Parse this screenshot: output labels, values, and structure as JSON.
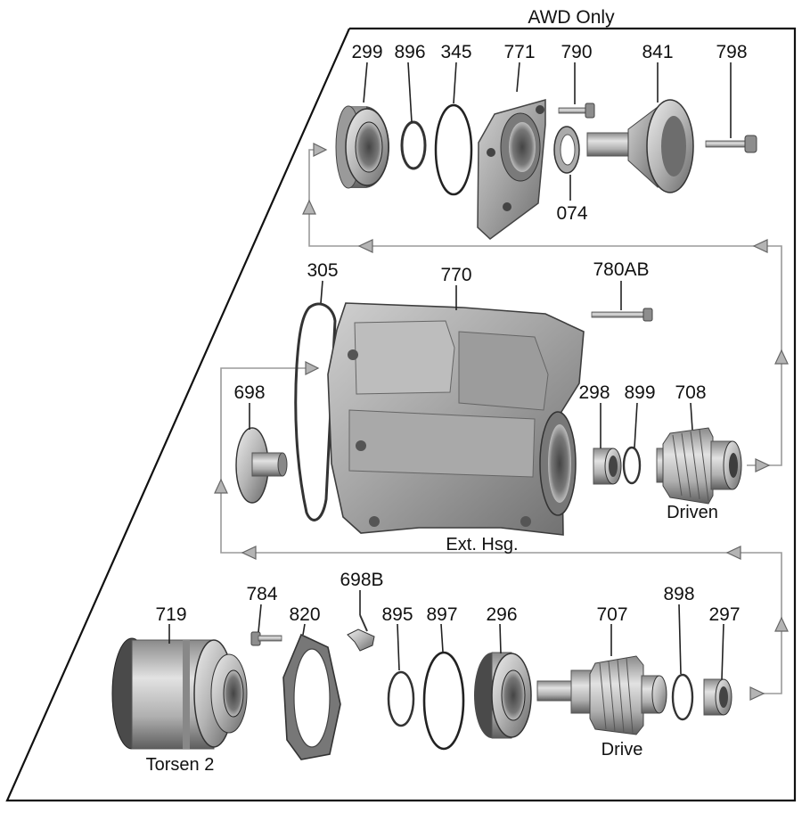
{
  "title": "AWD Only",
  "captions": {
    "driven": "Driven",
    "ext_hsg": "Ext. Hsg.",
    "drive": "Drive",
    "torsen": "Torsen 2"
  },
  "parts": {
    "p299": "299",
    "p896": "896",
    "p345": "345",
    "p771": "771",
    "p790": "790",
    "p841": "841",
    "p798": "798",
    "p074": "074",
    "p305": "305",
    "p770": "770",
    "p780ab": "780AB",
    "p698": "698",
    "p298": "298",
    "p899": "899",
    "p708": "708",
    "p784": "784",
    "p698b": "698B",
    "p719": "719",
    "p820": "820",
    "p895": "895",
    "p897": "897",
    "p296": "296",
    "p707": "707",
    "p898": "898",
    "p297": "297"
  },
  "colors": {
    "metal_light": "#d8d8d8",
    "metal_mid": "#a8a8a8",
    "metal_dark": "#5a5a5a",
    "flow_line": "#9a9a9a",
    "arrow_fill": "#b4b4b4"
  }
}
